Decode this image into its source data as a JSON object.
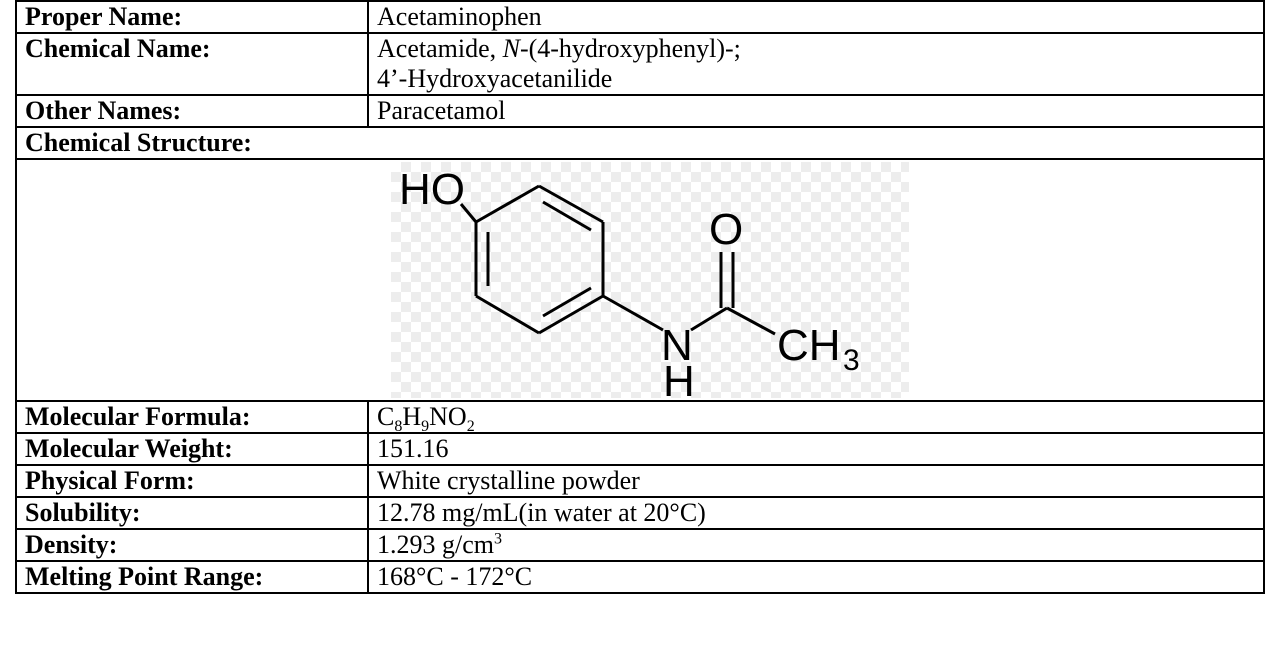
{
  "rows": [
    {
      "label": "Proper Name:",
      "value": "Acetaminophen"
    },
    {
      "label": "Chemical Name:",
      "value_parts": [
        "Acetamide, ",
        "N",
        "-(4-hydroxyphenyl)-;"
      ],
      "value_line2": "4’-Hydroxyacetanilide"
    },
    {
      "label": "Other Names:",
      "value": "Paracetamol"
    },
    {
      "label": "Chemical Structure:"
    }
  ],
  "structure": {
    "atom_labels": {
      "ho": "HO",
      "o": "O",
      "n": "N",
      "h": "H",
      "ch": "CH",
      "ch_sub": "3"
    }
  },
  "rows2": [
    {
      "label": "Molecular Formula:",
      "formula": [
        "C",
        "8",
        "H",
        "9",
        "NO",
        "2"
      ]
    },
    {
      "label": "Molecular Weight:",
      "value": "151.16"
    },
    {
      "label": "Physical Form:",
      "value": "White crystalline powder"
    },
    {
      "label": "Solubility:",
      "value": "12.78 mg/mL(in water at 20°C)"
    },
    {
      "label": "Density:",
      "value_main": "1.293 g/cm",
      "value_sup": "3"
    },
    {
      "label": "Melting Point Range:",
      "value": "168°C - 172°C"
    }
  ]
}
